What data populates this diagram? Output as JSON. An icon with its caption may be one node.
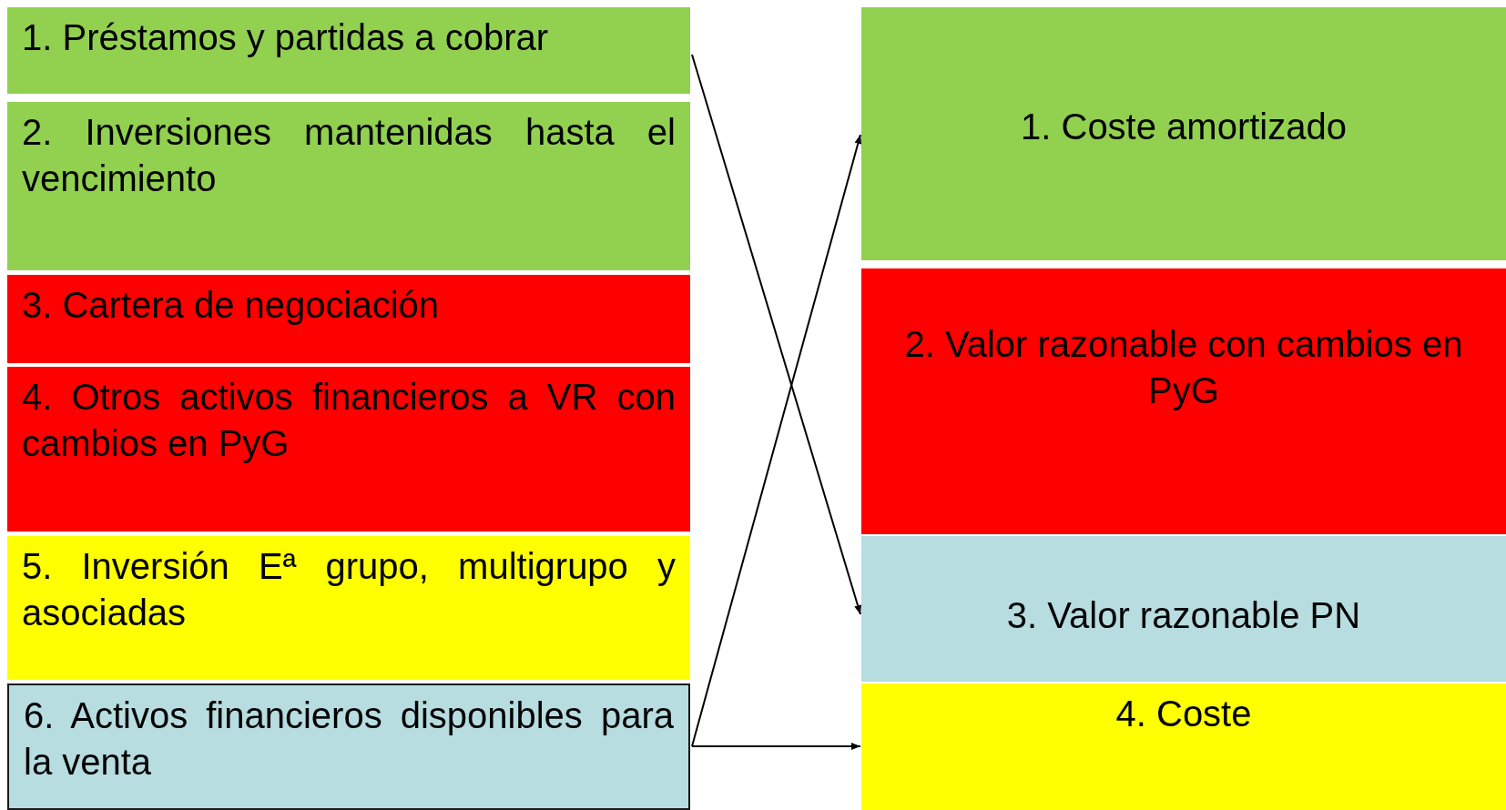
{
  "diagram": {
    "nodes": [
      {
        "text": [
          "1. Préstamos y partidas a cobrar"
        ]
      },
      {
        "text": [
          "2. Inversiones mantenidas hasta el vencimiento"
        ]
      },
      {
        "text": [
          "3. Cartera de negociación"
        ]
      },
      {
        "text": [
          "4. Otros activos financieros a VR con cambios en PyG"
        ]
      },
      {
        "text": [
          "5. Inversión Eª grupo, multigrupo y asociadas"
        ]
      },
      {
        "text": [
          "6. Activos financieros disponibles para la venta"
        ]
      },
      {
        "text": [
          "1. Coste amortizado"
        ]
      },
      {
        "text": [
          "2. Valor razonable con cambios en PyG"
        ]
      },
      {
        "text": [
          "3. Valor razonable PN"
        ]
      },
      {
        "text": [
          "4. Coste"
        ]
      }
    ],
    "edges": [
      {
        "from": 0,
        "to": 8,
        "arrow": "to"
      },
      {
        "from": 5,
        "to": 6,
        "arrow": "to"
      },
      {
        "from": 5,
        "to": 9,
        "arrow": "to"
      }
    ]
  }
}
